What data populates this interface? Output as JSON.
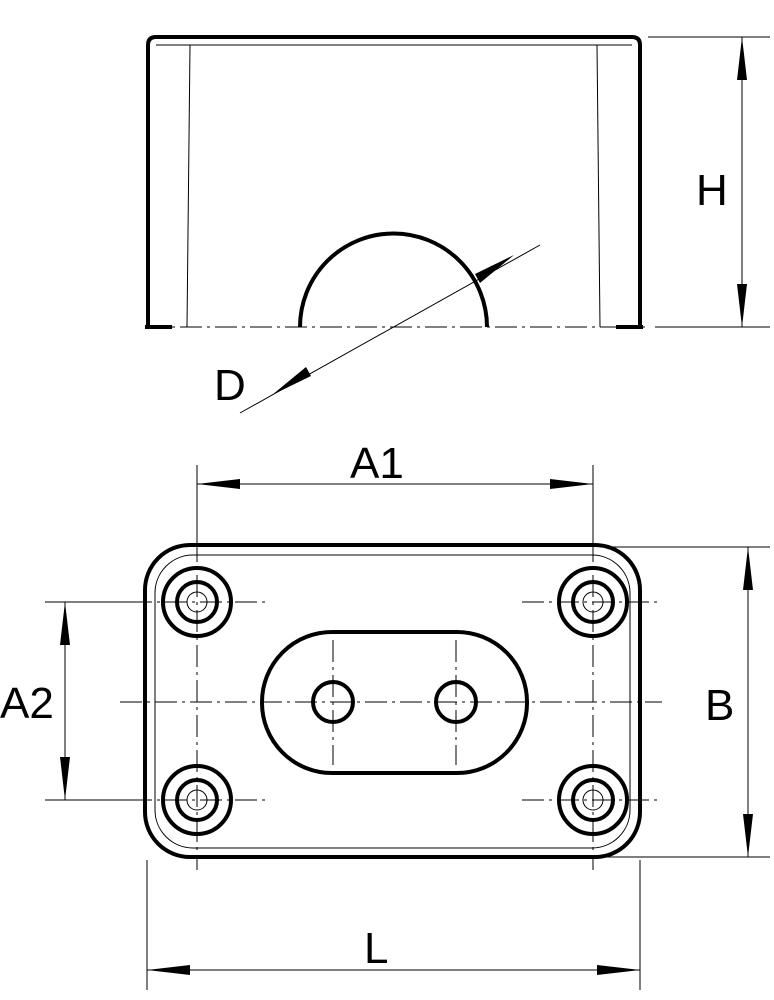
{
  "labels": {
    "height": "H",
    "diameter": "D",
    "hole_spacing_length": "A1",
    "hole_spacing_width": "A2",
    "width": "B",
    "length": "L"
  }
}
